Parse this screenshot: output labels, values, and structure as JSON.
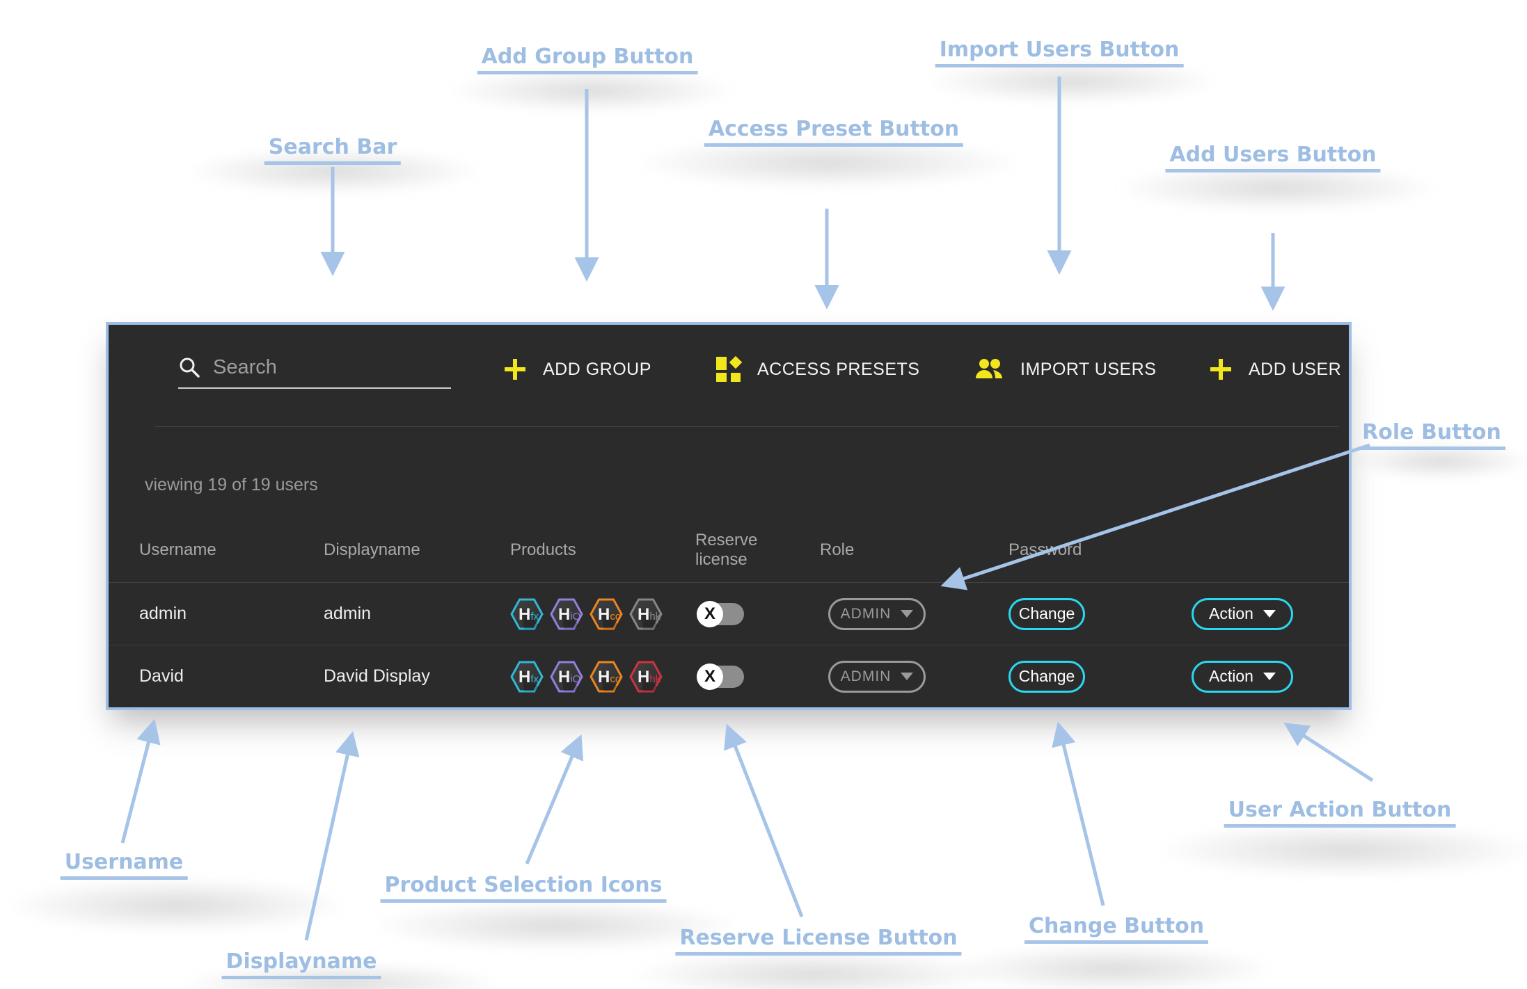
{
  "annotations": {
    "search_bar": "Search Bar",
    "add_group": "Add Group Button",
    "access_preset": "Access Preset Button",
    "import_users": "Import Users Button",
    "add_users": "Add Users Button",
    "role": "Role Button",
    "username": "Username",
    "displayname": "Displayname",
    "product_icons": "Product Selection Icons",
    "reserve_license": "Reserve License Button",
    "change": "Change Button",
    "user_action": "User Action Button",
    "label_color": "#9dbde3",
    "arrow_color": "#a6c3e8"
  },
  "panel": {
    "border_color": "#9dbfe6",
    "background": "#2b2b2b",
    "accent_yellow": "#f2e71c",
    "accent_cyan": "#2bd6ef",
    "search": {
      "placeholder": "Search"
    },
    "toolbar": {
      "add_group": "ADD GROUP",
      "access_presets": "ACCESS PRESETS",
      "import_users": "IMPORT USERS",
      "add_user": "ADD USER"
    },
    "status": "viewing 19 of 19 users",
    "table": {
      "headers": {
        "username": "Username",
        "displayname": "Displayname",
        "products": "Products",
        "reserve": "Reserve license",
        "role": "Role",
        "password": "Password"
      },
      "rows": [
        {
          "username": "admin",
          "displayname": "admin",
          "products": [
            {
              "main": "H",
              "sub": "fx",
              "color": "#31b8d8"
            },
            {
              "main": "H",
              "sub": "iO",
              "color": "#947fde"
            },
            {
              "main": "H",
              "sub": "co",
              "color": "#ee8420"
            },
            {
              "main": "H",
              "sub": "hk",
              "color": "#868686"
            }
          ],
          "reserve": "X",
          "role": "ADMIN",
          "change": "Change",
          "action": "Action"
        },
        {
          "username": "David",
          "displayname": "David Display",
          "products": [
            {
              "main": "H",
              "sub": "fx",
              "color": "#31b8d8"
            },
            {
              "main": "H",
              "sub": "iO",
              "color": "#947fde"
            },
            {
              "main": "H",
              "sub": "co",
              "color": "#ee8420"
            },
            {
              "main": "H",
              "sub": "hk",
              "color": "#cd3342"
            }
          ],
          "reserve": "X",
          "role": "ADMIN",
          "change": "Change",
          "action": "Action"
        }
      ]
    }
  }
}
